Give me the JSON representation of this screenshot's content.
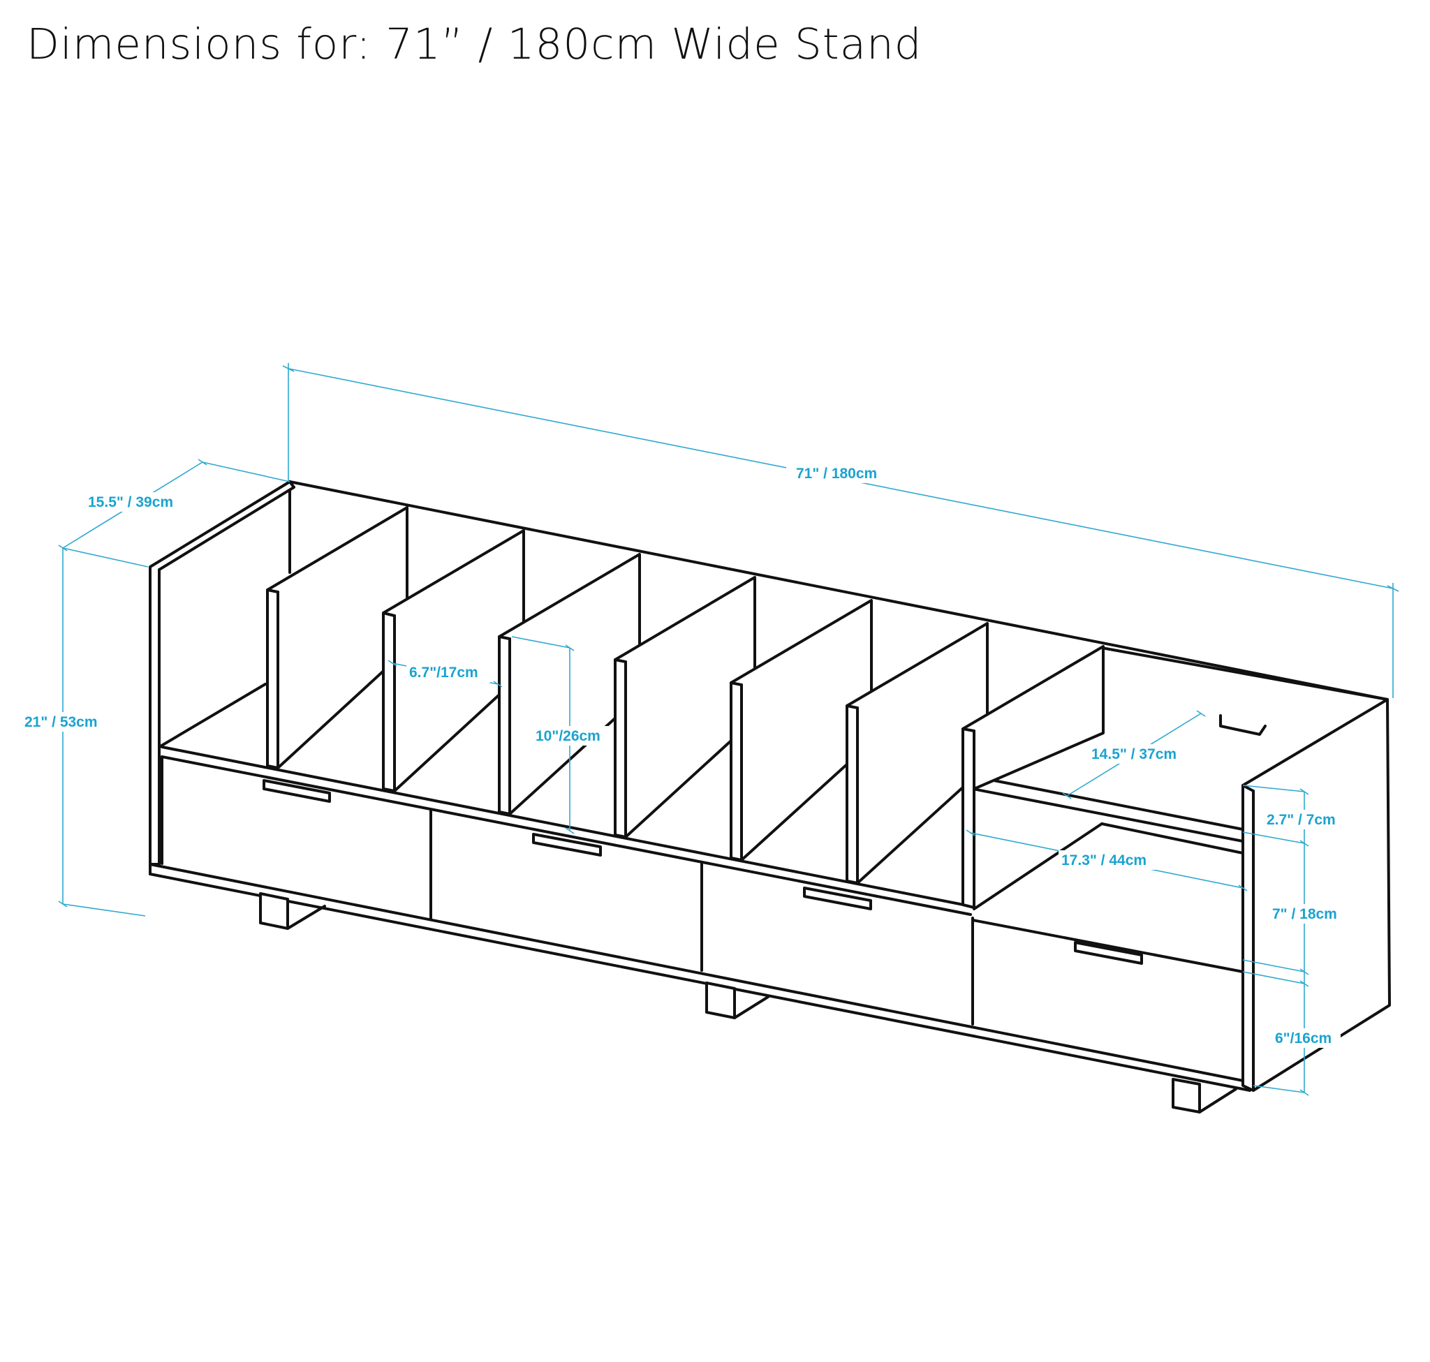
{
  "title": "Dimensions for: 71” / 180cm Wide Stand",
  "colors": {
    "line": "#111111",
    "dimension": "#2ea8cf",
    "dimension_text": "#1aa3d0"
  },
  "dimensions": {
    "width": "71\" / 180cm",
    "depth": "15.5\" / 39cm",
    "height": "21\" / 53cm",
    "divider_spacing": "6.7\"/17cm",
    "divider_height": "10\"/26cm",
    "shelf_depth": "14.5\" / 37cm",
    "shelf_width": "17.3\" / 44cm",
    "top_gap": "2.7\" / 7cm",
    "shelf_height": "7\" / 18cm",
    "drawer_height": "6\"/16cm"
  }
}
